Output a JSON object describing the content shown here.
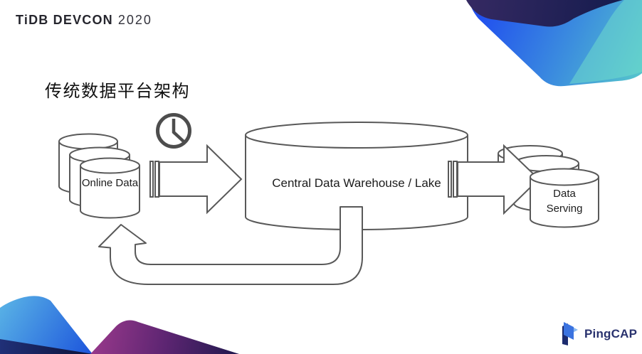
{
  "header": {
    "event_name": "TiDB DEVCON",
    "event_year": "2020"
  },
  "slide": {
    "title": "传统数据平台架构"
  },
  "diagram": {
    "source_db": {
      "label": "Online Data",
      "shape": "database-cylinder-stack"
    },
    "warehouse": {
      "label": "Central Data Warehouse / Lake",
      "shape": "database-cylinder"
    },
    "serving_db": {
      "label": "Data Serving",
      "shape": "database-cylinder-stack"
    },
    "flow": {
      "batch_icon": "clock-icon",
      "arrow_source_to_warehouse": "block-arrow-right",
      "arrow_warehouse_to_serving": "block-arrow-right",
      "feedback_arrow": "loop-arrow-up-left"
    },
    "outline_color": "#595959",
    "clock_color": "#4d4d4d",
    "fill_color": "#ffffff"
  },
  "footer": {
    "logo_text": "PingCAP",
    "logo_text_color": "#29326e"
  },
  "decor": {
    "top_right": {
      "dark_gradient": [
        "#362a63",
        "#141b4d"
      ],
      "blue_gradient": [
        "#2150ee",
        "#3c8ede",
        "#55c4cc"
      ],
      "teal_overlay": "#72e0cc"
    },
    "bottom_left": {
      "blue_gradient": [
        "#5ab4e6",
        "#1e57dc"
      ],
      "purple_gradient": [
        "#96388a",
        "#5d2572",
        "#23194f"
      ],
      "navy_gradient": [
        "#203078",
        "#0c1238"
      ]
    }
  }
}
